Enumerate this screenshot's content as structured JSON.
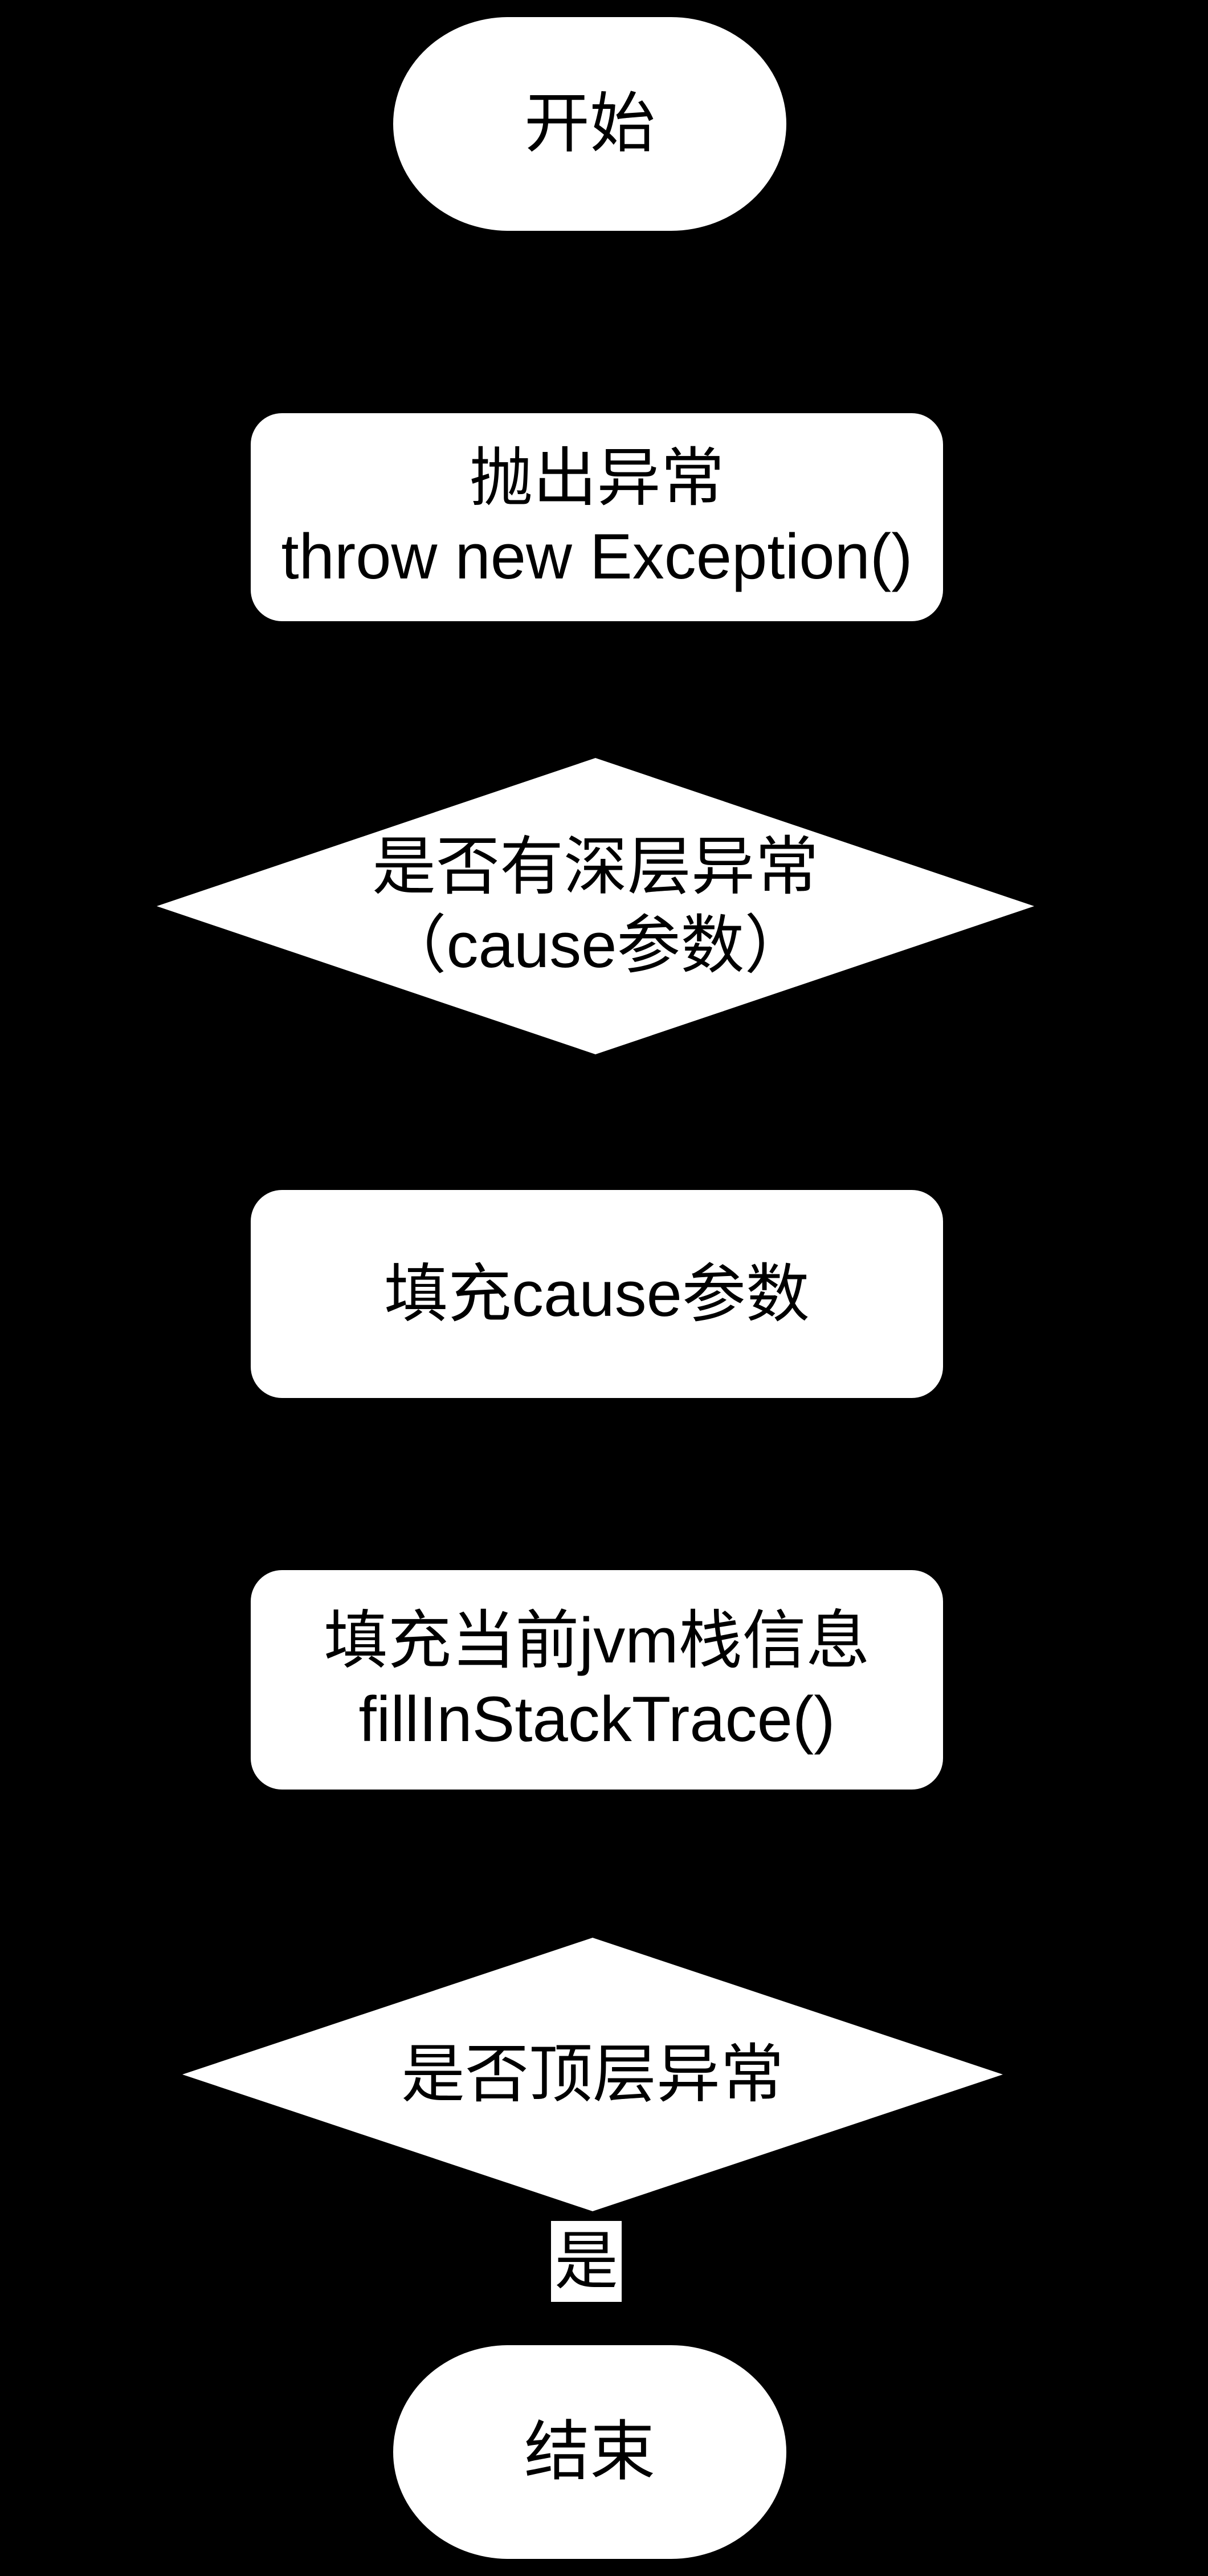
{
  "page": {
    "background_color": "#000000",
    "node_fill_color": "#ffffff",
    "node_text_color": "#000000"
  },
  "flowchart": {
    "nodes": [
      {
        "id": "start",
        "type": "terminator",
        "line1": "开始",
        "line2": ""
      },
      {
        "id": "throw",
        "type": "process",
        "line1": "抛出异常",
        "line2": "throw new Exception()"
      },
      {
        "id": "cause-dec",
        "type": "decision",
        "line1": "是否有深层异常",
        "line2": "（cause参数）"
      },
      {
        "id": "fill-cause",
        "type": "process",
        "line1": "填充cause参数",
        "line2": ""
      },
      {
        "id": "fill-stack",
        "type": "process",
        "line1": "填充当前jvm栈信息",
        "line2": "fillInStackTrace()"
      },
      {
        "id": "top-dec",
        "type": "decision",
        "line1": "是否顶层异常",
        "line2": ""
      },
      {
        "id": "end",
        "type": "terminator",
        "line1": "结束",
        "line2": ""
      }
    ],
    "edge_labels": [
      {
        "id": "yes-label",
        "text": "是"
      }
    ]
  }
}
